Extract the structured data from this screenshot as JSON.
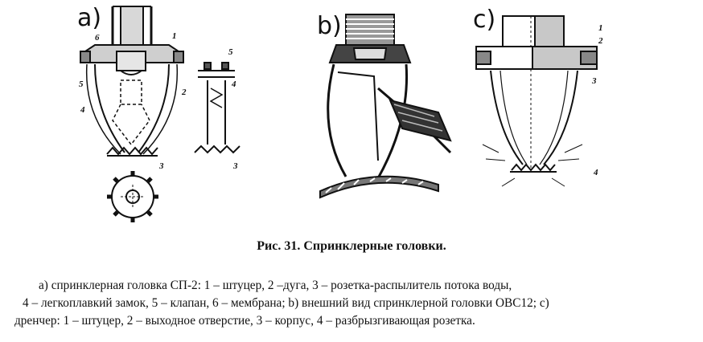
{
  "figure": {
    "panels": [
      {
        "id": "a",
        "label": "a)"
      },
      {
        "id": "b",
        "label": "b)"
      },
      {
        "id": "c",
        "label": "c)"
      }
    ],
    "callouts_a": [
      "6",
      "1",
      "5",
      "4",
      "2",
      "3",
      "5",
      "4",
      "3"
    ],
    "callouts_c": [
      "1",
      "2",
      "3",
      "4"
    ]
  },
  "caption": {
    "title": "Рис. 31.  Спринклерные головки.",
    "lines": [
      "а) спринклерная головка СП-2: 1 – штуцер, 2 –дуга, 3 – розетка-распылитель потока воды,",
      "4 – легкоплавкий замок, 5 – клапан, 6 – мембрана; b) внешний вид спринклерной головки OBC12; c)",
      "дренчер: 1 – штуцер, 2 – выходное отверстие, 3 – корпус, 4 – разбрызгивающая розетка."
    ]
  }
}
